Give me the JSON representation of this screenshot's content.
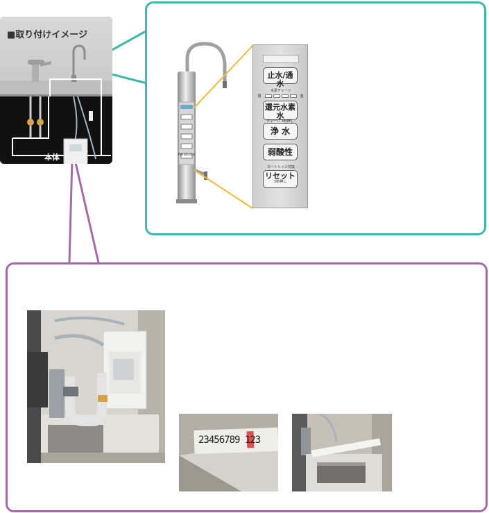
{
  "install_image": {
    "title": "■取り付けイメージ",
    "main_unit_label": "本体"
  },
  "control_panel": {
    "buttons": [
      {
        "label": "止水/通水",
        "sub": ""
      },
      {
        "label": "還元水素水",
        "sub": "チャージ 3秒押し"
      },
      {
        "label": "浄 水",
        "sub": ""
      },
      {
        "label": "弱酸性",
        "sub": ""
      },
      {
        "label": "リセット",
        "sub": "3秒押し"
      }
    ],
    "hydrogen_charge_label": "水素チャージ",
    "charge_scale_left": "弱",
    "charge_scale_right": "強",
    "cartridge_label": "カートリッジ交換"
  },
  "faucet_brand": "Panasonic",
  "measuring_tape_digits": "23456789 123",
  "colors": {
    "teal_border": "#3db8ad",
    "purple_border": "#a46aa8",
    "callout_yellow": "#f3b83a"
  }
}
